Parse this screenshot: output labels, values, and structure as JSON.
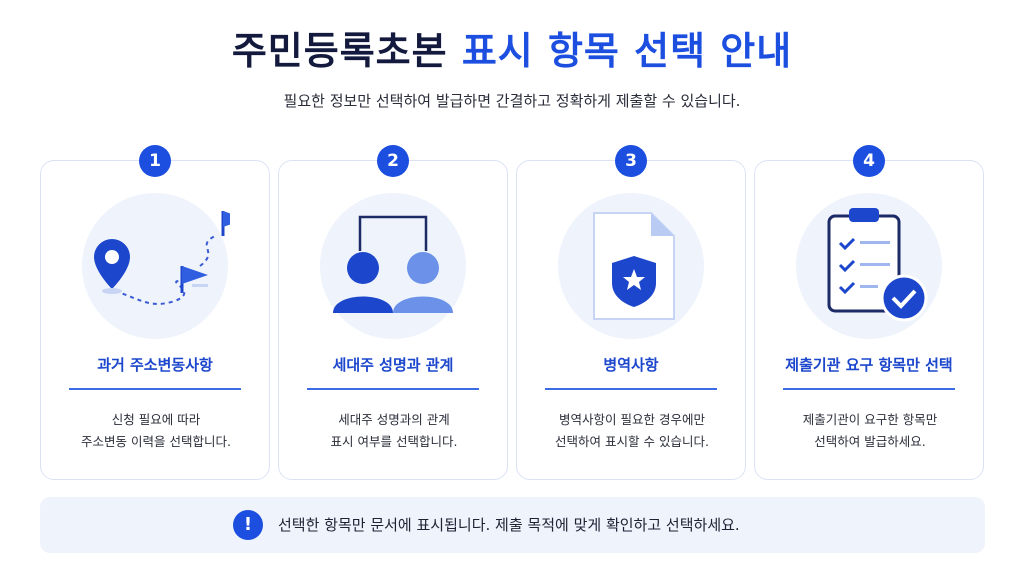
{
  "header": {
    "title_main": "주민등록초본",
    "title_accent": "표시 항목 선택 안내",
    "subtitle": "필요한 정보만 선택하여 발급하면 간결하고 정확하게 제출할 수 있습니다."
  },
  "cards": [
    {
      "number": "1",
      "title": "과거 주소변동사항",
      "desc_line1": "신청 필요에 따라",
      "desc_line2": "주소변동 이력을 선택합니다.",
      "icon": "map-route-icon"
    },
    {
      "number": "2",
      "title": "세대주 성명과 관계",
      "desc_line1": "세대주 성명과의 관계",
      "desc_line2": "표시 여부를 선택합니다.",
      "icon": "household-people-icon"
    },
    {
      "number": "3",
      "title": "병역사항",
      "desc_line1": "병역사항이 필요한 경우에만",
      "desc_line2": "선택하여 표시할 수 있습니다.",
      "icon": "military-document-icon"
    },
    {
      "number": "4",
      "title": "제출기관 요구 항목만 선택",
      "desc_line1": "제출기관이 요구한 항목만",
      "desc_line2": "선택하여 발급하세요.",
      "icon": "clipboard-check-icon"
    }
  ],
  "notice": {
    "icon_text": "!",
    "text": "선택한 항목만 문서에 표시됩니다. 제출 목적에 맞게 확인하고 선택하세요."
  },
  "colors": {
    "accent": "#1c4fe0",
    "title_dark": "#131a3d",
    "card_border": "#dbe3f3",
    "notice_bg": "#eef3fc"
  }
}
